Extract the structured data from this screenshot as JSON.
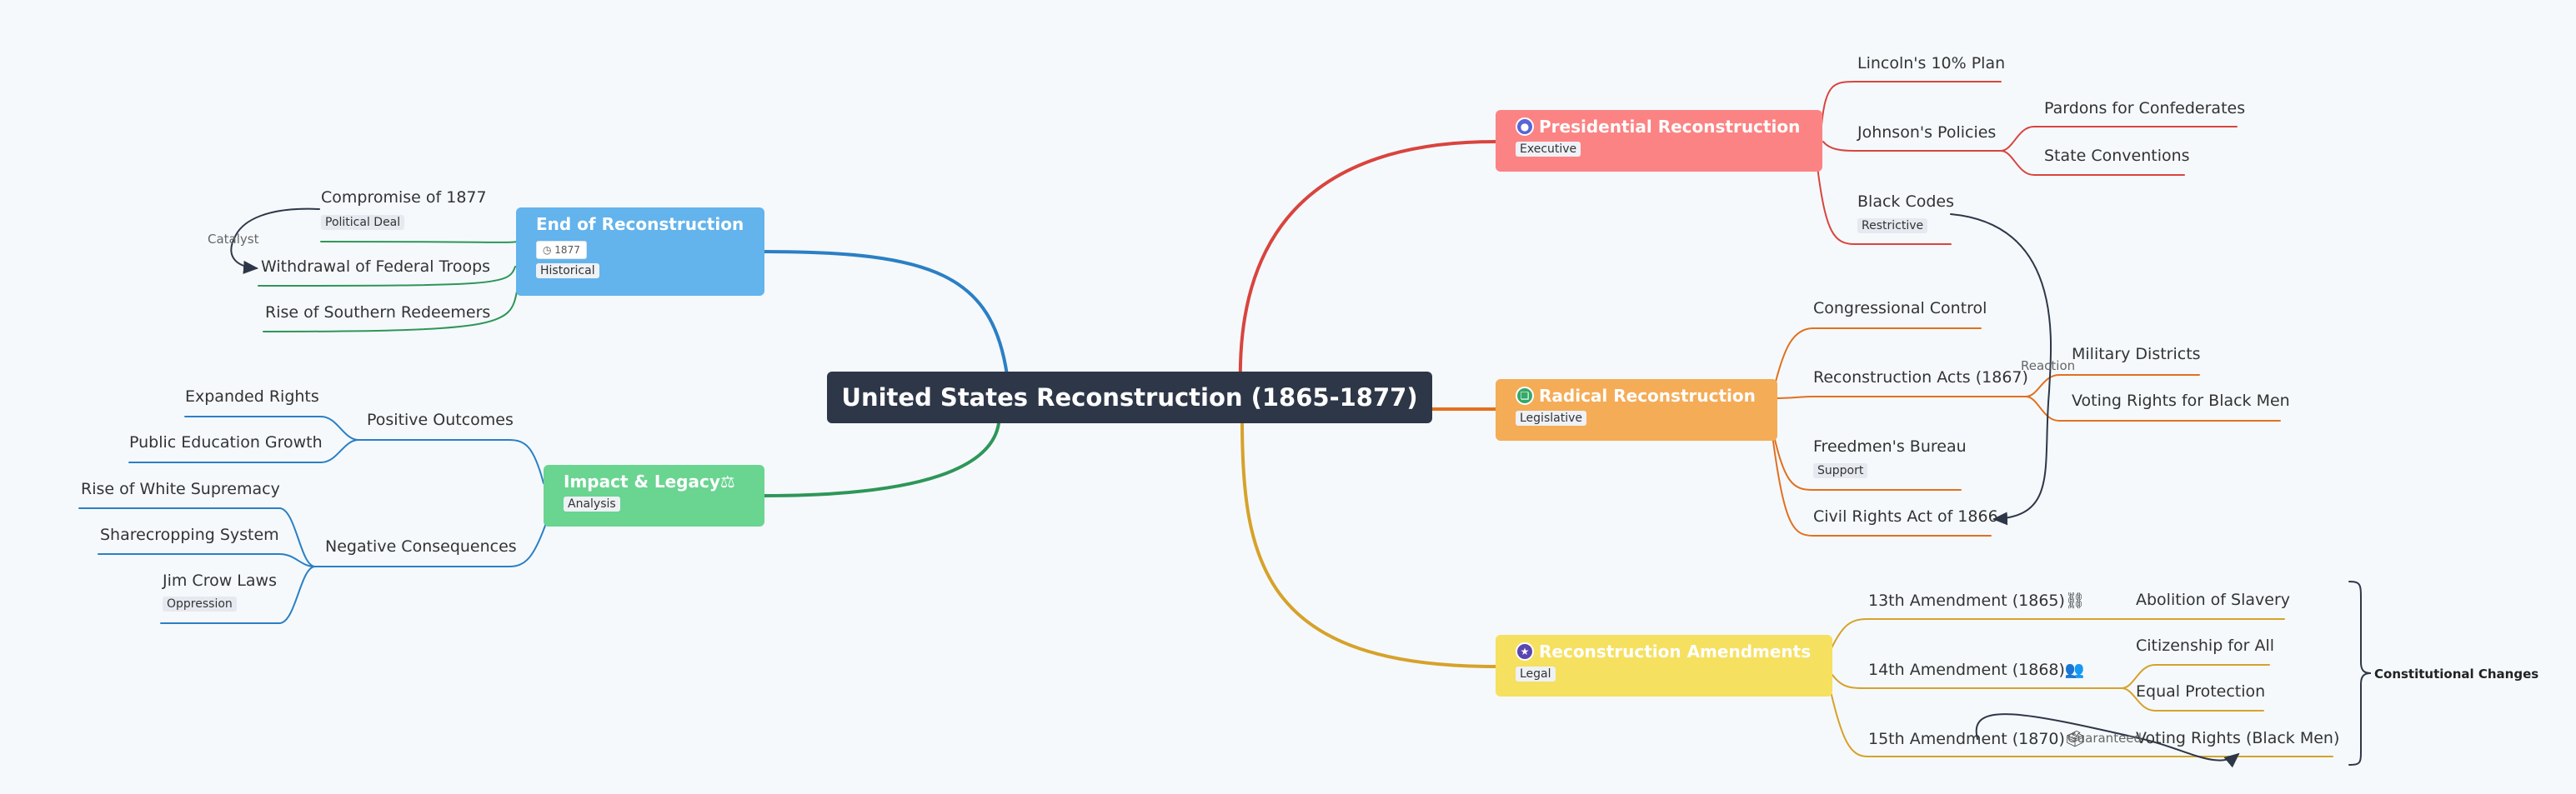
{
  "central": "United States Reconstruction (1865-1877)",
  "topics": {
    "presidential": {
      "title": "Presidential Reconstruction",
      "tag": "Executive",
      "icon": "person-icon"
    },
    "radical": {
      "title": "Radical Reconstruction",
      "tag": "Legislative",
      "icon": "speech-bubble-icon"
    },
    "amendments": {
      "title": "Reconstruction Amendments",
      "tag": "Legal",
      "icon": "star-icon"
    },
    "end": {
      "title": "End of Reconstruction",
      "date": "1877",
      "tag": "Historical",
      "icon": "calendar-icon"
    },
    "impact": {
      "title": "Impact & Legacy⚖",
      "tag": "Analysis"
    }
  },
  "subtopics": {
    "lincoln": "Lincoln's 10% Plan",
    "johnson": "Johnson's Policies",
    "pardons": "Pardons for Confederates",
    "conventions": "State Conventions",
    "black_codes": "Black Codes",
    "black_codes_tag": "Restrictive",
    "congress_control": "Congressional Control",
    "recon_acts": "Reconstruction Acts (1867)",
    "military": "Military Districts",
    "voting_black_men": "Voting Rights for Black Men",
    "freedmen": "Freedmen's Bureau",
    "freedmen_tag": "Support",
    "civil_rights": "Civil Rights Act of 1866",
    "am13": "13th Amendment (1865)⛓",
    "abolition": "Abolition of Slavery",
    "am14": "14th Amendment (1868)👥",
    "citizenship": "Citizenship for All",
    "equal": "Equal Protection",
    "am15": "15th Amendment (1870)🗳",
    "voting_rights": "Voting Rights (Black Men)",
    "compromise": "Compromise of 1877",
    "compromise_tag": "Political Deal",
    "withdrawal": "Withdrawal of Federal Troops",
    "redeemers": "Rise of Southern Redeemers",
    "positive": "Positive Outcomes",
    "expanded": "Expanded Rights",
    "education": "Public Education Growth",
    "negative": "Negative Consequences",
    "white_supremacy": "Rise of White Supremacy",
    "sharecropping": "Sharecropping System",
    "jim_crow": "Jim Crow Laws",
    "jim_crow_tag": "Oppression"
  },
  "relationships": {
    "reaction": "Reaction",
    "guaranteed": "Guaranteed",
    "catalyst": "Catalyst"
  },
  "summary": "Constitutional Changes",
  "colors": {
    "background": "#f5f9fc",
    "central": "#2e3748",
    "presidential": "#fc8383",
    "radical": "#f5ac57",
    "amendments": "#f6e060",
    "end": "#63b3ec",
    "impact": "#6ad491",
    "red_line": "#d9443e",
    "orange_line": "#e2701e",
    "gold_line": "#d6a22a",
    "blue_line": "#2b7fc4",
    "green_line": "#2e9658"
  }
}
